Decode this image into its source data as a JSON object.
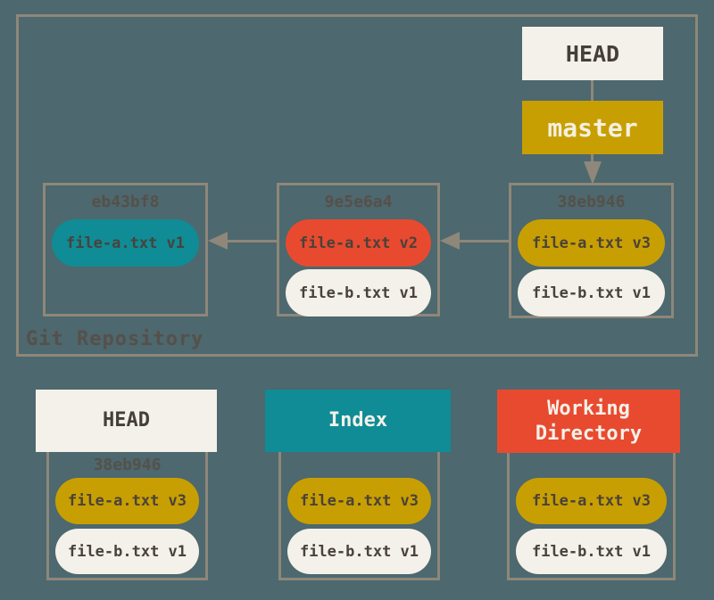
{
  "colors": {
    "background": "#4D686E",
    "border": "#8E877A",
    "cream": "#F3F1E9",
    "gold": "#C89F02",
    "red": "#E84A30",
    "teal": "#0F8C96",
    "dark_text": "#453F38",
    "light_text": "#F5F0DF",
    "hash_text": "#56504A"
  },
  "icons": {
    "arrow_down": "triangle-down",
    "arrow_left": "triangle-left"
  },
  "repository": {
    "label": "Git Repository",
    "head": {
      "label": "HEAD",
      "color": "#F3F1E9",
      "text_color": "#453F38"
    },
    "branch": {
      "label": "master",
      "color": "#C89F02",
      "text_color": "#F5F0DF"
    },
    "commits": [
      {
        "hash": "eb43bf8",
        "files": [
          {
            "label": "file-a.txt v1",
            "color": "#0F8C96"
          }
        ]
      },
      {
        "hash": "9e5e6a4",
        "files": [
          {
            "label": "file-a.txt v2",
            "color": "#E84A30"
          },
          {
            "label": "file-b.txt v1",
            "color": "#F3F1E9"
          }
        ]
      },
      {
        "hash": "38eb946",
        "files": [
          {
            "label": "file-a.txt v3",
            "color": "#C89F02"
          },
          {
            "label": "file-b.txt v1",
            "color": "#F3F1E9"
          }
        ]
      }
    ]
  },
  "areas": [
    {
      "title": "HEAD",
      "color": "#F3F1E9",
      "title_color": "#453F38",
      "hash": "38eb946",
      "files": [
        {
          "label": "file-a.txt v3",
          "color": "#C89F02"
        },
        {
          "label": "file-b.txt v1",
          "color": "#F3F1E9"
        }
      ]
    },
    {
      "title": "Index",
      "color": "#0F8C96",
      "title_color": "#F3F1E9",
      "hash": "",
      "files": [
        {
          "label": "file-a.txt v3",
          "color": "#C89F02"
        },
        {
          "label": "file-b.txt v1",
          "color": "#F3F1E9"
        }
      ]
    },
    {
      "title": "Working Directory",
      "color": "#E84A30",
      "title_color": "#F3F1E9",
      "hash": "",
      "files": [
        {
          "label": "file-a.txt v3",
          "color": "#C89F02"
        },
        {
          "label": "file-b.txt v1",
          "color": "#F3F1E9"
        }
      ]
    }
  ]
}
